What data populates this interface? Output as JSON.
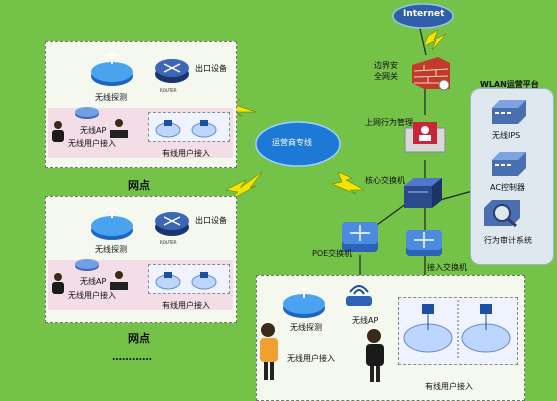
{
  "internet": "Internet",
  "firewall": "边界安全网关",
  "behavior_mgmt": "上网行为管理",
  "carrier_line": "运营商专线",
  "core_switch": "核心交换机",
  "wlan_platform": {
    "title": "WLAN运营平台",
    "items": [
      "无线IPS",
      "AC控制器",
      "行为审计系统"
    ]
  },
  "site1": {
    "wireless_probe": "无线探测",
    "exit_device": "出口设备",
    "wireless_ap": "无线AP",
    "wireless_access": "无线用户接入",
    "wired_access": "有线用户接入",
    "label": "网点"
  },
  "site2": {
    "wireless_probe": "无线探测",
    "exit_device": "出口设备",
    "wireless_ap": "无线AP",
    "wireless_access": "无线用户接入",
    "wired_access": "有线用户接入",
    "label": "网点"
  },
  "ellipsis": "…………",
  "poe_switch": "POE交换机",
  "access_switch": "接入交换机",
  "hq": {
    "wireless_probe": "无线探测",
    "wireless_ap": "无线AP",
    "wireless_access": "无线用户接入",
    "wired_access": "有线用户接入"
  },
  "router_label": "ROUTER"
}
